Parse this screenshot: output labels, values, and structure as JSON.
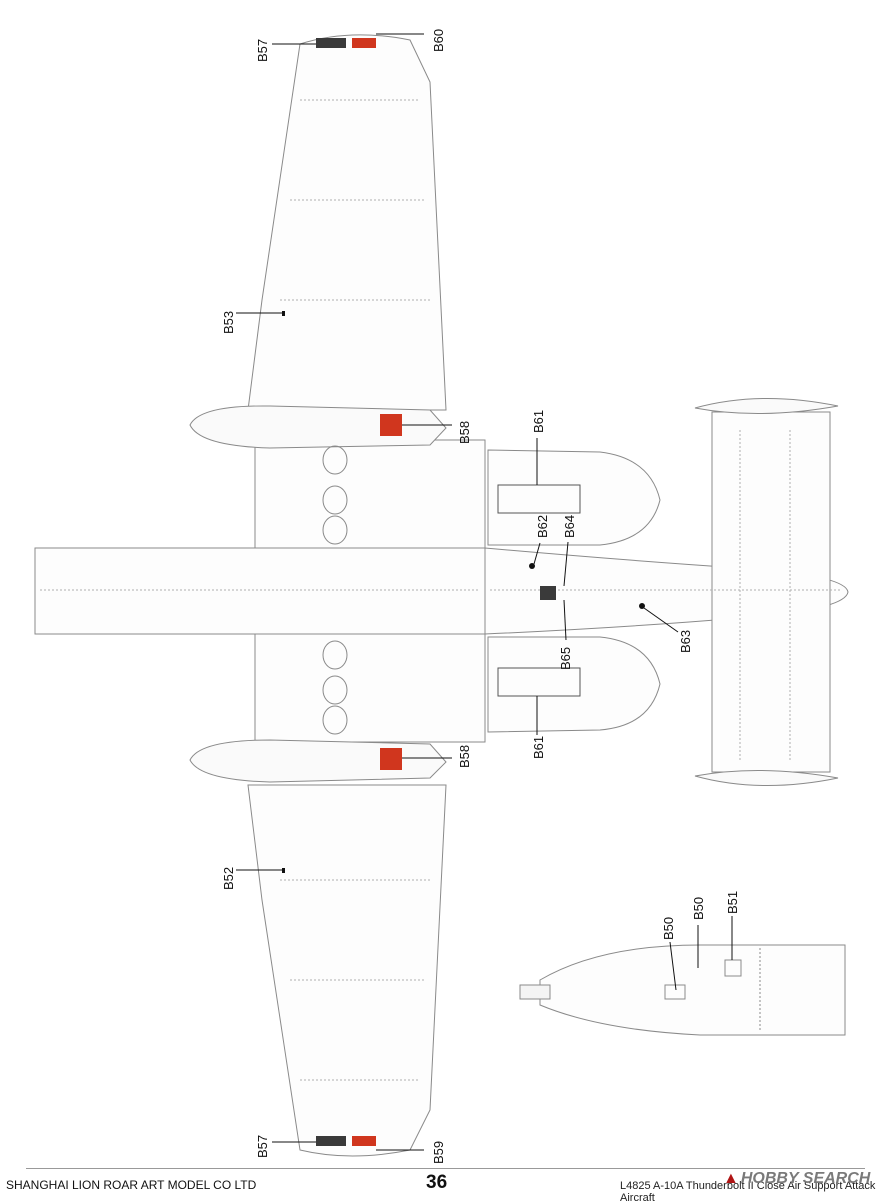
{
  "page_number": "36",
  "company": "SHANGHAI LION ROAR ART MODEL CO LTD",
  "kit_title": "L4825 A-10A Thunderbolt II Close Air Support Attack Aircraft",
  "watermark": {
    "icon": "hobby-search-logo",
    "text": "HOBBY SEARCH"
  },
  "callouts": {
    "b57_top": "B57",
    "b60": "B60",
    "b53": "B53",
    "b58_top": "B58",
    "b61_top": "B61",
    "b62": "B62",
    "b64": "B64",
    "b65": "B65",
    "b63": "B63",
    "b61_bottom": "B61",
    "b58_bottom": "B58",
    "b52": "B52",
    "b50_left": "B50",
    "b50_right": "B50",
    "b51": "B51",
    "b57_bottom": "B57",
    "b59": "B59"
  },
  "colors": {
    "line": "#8a8a8a",
    "rivet": "#8c7aa0",
    "decal_red": "#d0361e",
    "decal_dark": "#3a3a3a",
    "leader": "#111111"
  }
}
